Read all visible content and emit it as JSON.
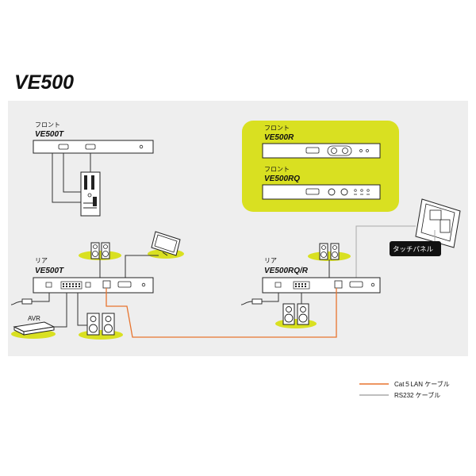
{
  "title": "VE500",
  "transmitter_front": {
    "caption": "フロント",
    "model": "VE500T"
  },
  "receiver_front_r": {
    "caption": "フロント",
    "model": "VE500R"
  },
  "receiver_front_rq": {
    "caption": "フロント",
    "model": "VE500RQ"
  },
  "transmitter_rear": {
    "caption": "リア",
    "model": "VE500T"
  },
  "receiver_rear": {
    "caption": "リア",
    "model": "VE500RQ/R"
  },
  "devices": {
    "avr": "AVR",
    "touch_panel": "タッチパネル"
  },
  "legend": {
    "items": [
      {
        "label": "Cat５LAN ケーブル",
        "color": "#e8742e"
      },
      {
        "label": "RS232 ケーブル",
        "color": "#aaaaaa"
      }
    ]
  },
  "colors": {
    "highlight": "#d9e021",
    "panel": "#eeeeee",
    "cat5": "#e8742e",
    "rs232": "#aaaaaa"
  }
}
